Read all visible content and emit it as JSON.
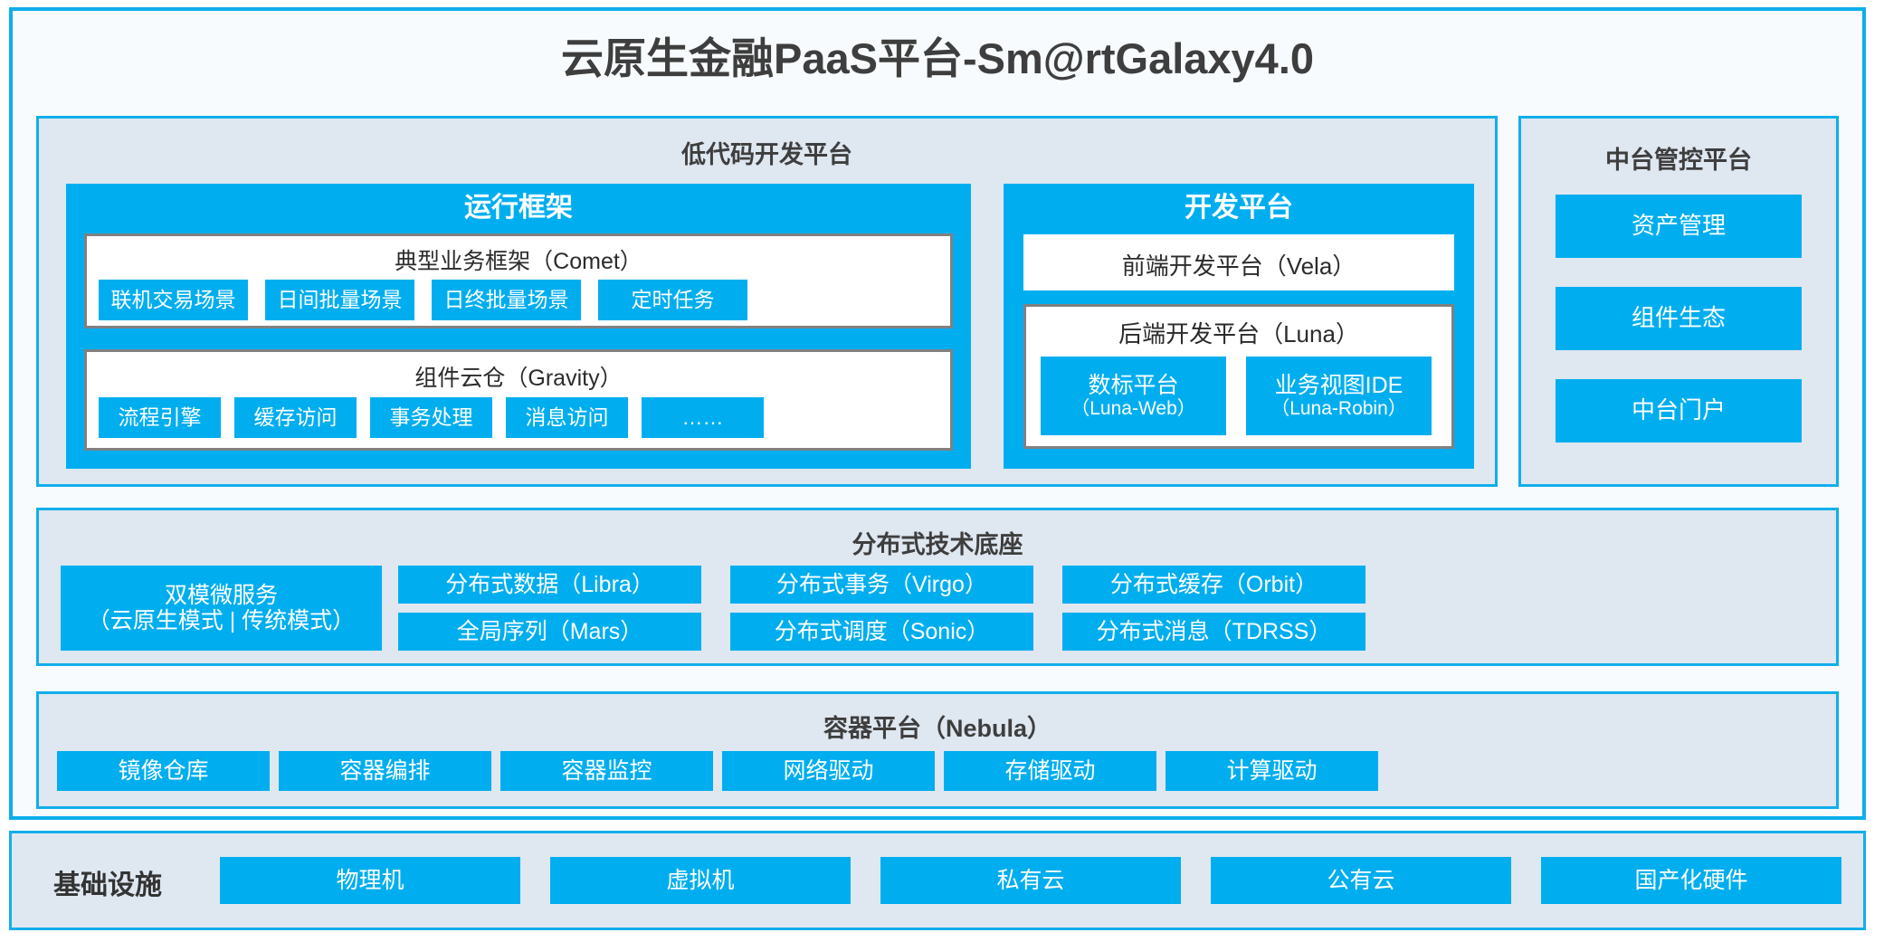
{
  "title": "云原生金融PaaS平台-Sm@rtGalaxy4.0",
  "colors": {
    "accent": "#00AEEF",
    "panel_bg": "#DFE7F1",
    "panel_border": "#12AEEA",
    "inner_border": "#808080",
    "frame_bg": "#F7FBFD",
    "text": "#3E3E3E"
  },
  "lowcode": {
    "title": "低代码开发平台",
    "runtime": {
      "title": "运行框架",
      "comet": {
        "title": "典型业务框架（Comet）",
        "items": [
          "联机交易场景",
          "日间批量场景",
          "日终批量场景",
          "定时任务"
        ]
      },
      "gravity": {
        "title": "组件云仓（Gravity）",
        "items": [
          "流程引擎",
          "缓存访问",
          "事务处理",
          "消息访问",
          "……"
        ]
      }
    },
    "devplat": {
      "title": "开发平台",
      "frontend": "前端开发平台（Vela）",
      "backend": {
        "title": "后端开发平台（Luna）",
        "items": [
          {
            "name": "数标平台",
            "code": "（Luna-Web）"
          },
          {
            "name": "业务视图IDE",
            "code": "（Luna-Robin）"
          }
        ]
      }
    }
  },
  "console": {
    "title": "中台管控平台",
    "items": [
      "资产管理",
      "组件生态",
      "中台门户"
    ]
  },
  "distributed": {
    "title": "分布式技术底座",
    "microservice": {
      "line1": "双模微服务",
      "line2": "（云原生模式 | 传统模式）"
    },
    "grid": [
      [
        "分布式数据（Libra）",
        "分布式事务（Virgo）",
        "分布式缓存（Orbit）"
      ],
      [
        "全局序列（Mars）",
        "分布式调度（Sonic）",
        "分布式消息（TDRSS）"
      ]
    ]
  },
  "container": {
    "title": "容器平台（Nebula）",
    "items": [
      "镜像仓库",
      "容器编排",
      "容器监控",
      "网络驱动",
      "存储驱动",
      "计算驱动"
    ]
  },
  "infrastructure": {
    "label": "基础设施",
    "items": [
      "物理机",
      "虚拟机",
      "私有云",
      "公有云",
      "国产化硬件"
    ]
  }
}
